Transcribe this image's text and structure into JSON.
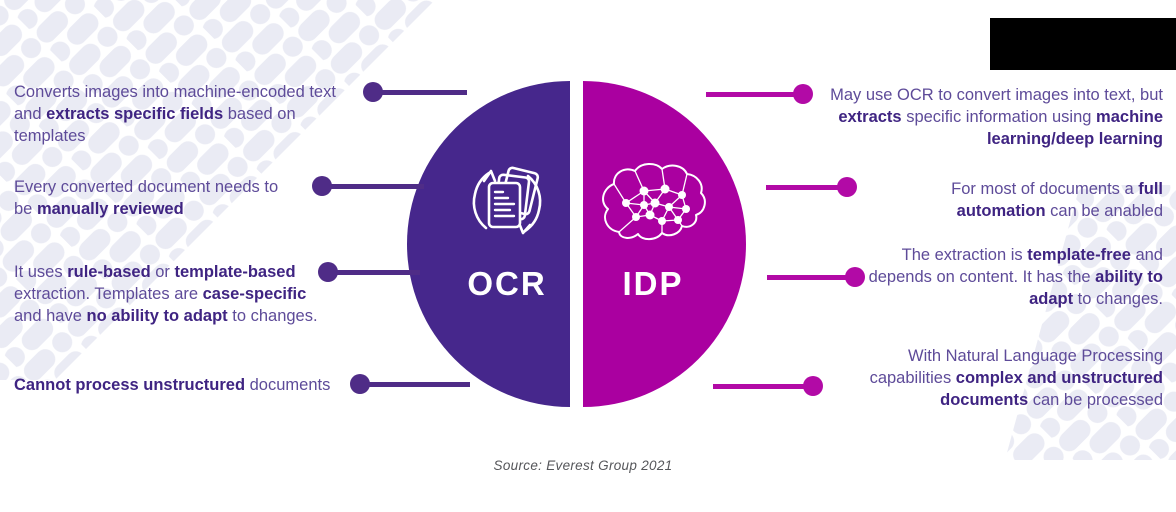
{
  "meta": {
    "source": "Source: Everest Group 2021"
  },
  "colors": {
    "ocr_purple": "#46278c",
    "idp_magenta": "#aa00a0",
    "ocr_connector": "#4f2c87",
    "idp_connector": "#b20aa6",
    "text_regular": "#5e4b99",
    "text_emphasis": "#3f2482",
    "pattern_fill": "#eaebf4",
    "source_text": "#55565a",
    "redaction_fill": "#000000"
  },
  "center": {
    "ocr_label": "OCR",
    "idp_label": "IDP",
    "ocr_icon": "documents-sync-icon",
    "idp_icon": "brain-network-icon"
  },
  "left": {
    "points": [
      {
        "segments": [
          {
            "t": "Converts images into machine-encoded text and "
          },
          {
            "t": "extracts specific fields",
            "b": true
          },
          {
            "t": " based on templates"
          }
        ]
      },
      {
        "segments": [
          {
            "t": "Every converted document needs to be "
          },
          {
            "t": "manually reviewed",
            "b": true
          }
        ]
      },
      {
        "segments": [
          {
            "t": "It uses "
          },
          {
            "t": "rule-based",
            "b": true
          },
          {
            "t": " or "
          },
          {
            "t": "template-based",
            "b": true
          },
          {
            "t": " extraction. Templates are "
          },
          {
            "t": "case-specific",
            "b": true
          },
          {
            "t": " and have "
          },
          {
            "t": "no ability to adapt",
            "b": true
          },
          {
            "t": " to changes."
          }
        ]
      },
      {
        "segments": [
          {
            "t": "Cannot process unstructured",
            "b": true
          },
          {
            "t": " documents"
          }
        ]
      }
    ]
  },
  "right": {
    "points": [
      {
        "segments": [
          {
            "t": "May use OCR to convert images into text, but "
          },
          {
            "t": "extracts",
            "b": true
          },
          {
            "t": " specific information using "
          },
          {
            "t": "machine learning/deep learning",
            "b": true
          }
        ]
      },
      {
        "segments": [
          {
            "t": "For most of documents a "
          },
          {
            "t": "full automation",
            "b": true
          },
          {
            "t": " can be anabled"
          }
        ]
      },
      {
        "segments": [
          {
            "t": "The extraction is "
          },
          {
            "t": "template-free",
            "b": true
          },
          {
            "t": " and depends on content. It has the "
          },
          {
            "t": "ability to adapt",
            "b": true
          },
          {
            "t": " to changes."
          }
        ]
      },
      {
        "segments": [
          {
            "t": "With Natural Language Processing capabilities "
          },
          {
            "t": "complex and unstructured documents",
            "b": true
          },
          {
            "t": " can be processed"
          }
        ]
      }
    ]
  }
}
